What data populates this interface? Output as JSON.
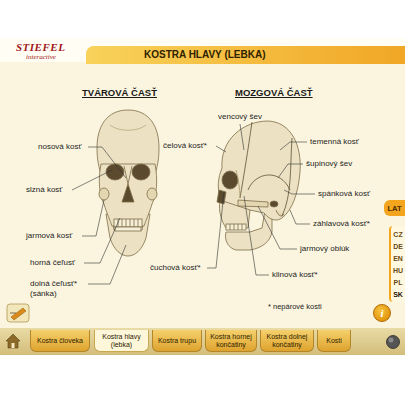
{
  "diagram": {
    "title": "KOSTRA HLAVY (LEBKA)",
    "nodes": [
      {
        "text": [
          "LAT"
        ]
      },
      {
        "text": [
          "CZ",
          "DE",
          "EN",
          "HU",
          "PL",
          "SK"
        ]
      },
      {
        "text": [
          "i"
        ]
      },
      {
        "text": [
          "Kostra človeka"
        ]
      },
      {
        "text": [
          "Kostra hlavy (lebka)"
        ]
      },
      {
        "text": [
          "Kostra trupu"
        ]
      },
      {
        "text": [
          "Kostra hornej končatiny"
        ]
      },
      {
        "text": [
          "Kostra dolnej končatiny"
        ]
      },
      {
        "text": [
          "Kosti"
        ]
      }
    ],
    "labels": [
      "STIEFEL",
      "interactive",
      "TVÁROVÁ ČASŤ",
      "MOZGOVÁ ČASŤ",
      "nosová kosť",
      "slzná kosť",
      "jarmová kosť",
      "horná čeľusť",
      "dolná čeľusť* (sánka)",
      "vencový šev",
      "čelová kosť*",
      "temenná kosť",
      "šupinový šev",
      "spánková kosť",
      "záhlavová kosť*",
      "jarmový oblúk",
      "klinová kosť*",
      "čuchová kosť*",
      "* nepárové kosti"
    ]
  }
}
